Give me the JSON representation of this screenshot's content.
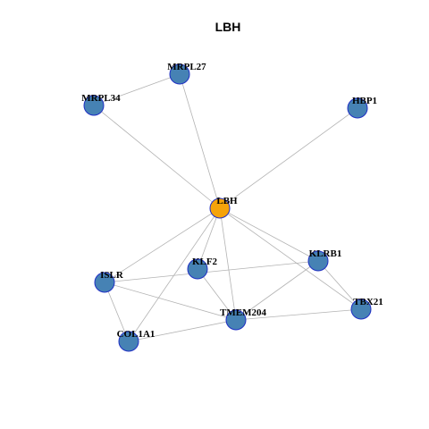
{
  "title": "LBH",
  "colors": {
    "hub": "#f5a30a",
    "node": "#4682b4",
    "node_border": "#1f2fc4",
    "edge": "#b3b3b3"
  },
  "nodes": [
    {
      "id": "LBH",
      "label": "LBH",
      "hub": true
    },
    {
      "id": "MRPL27",
      "label": "MRPL27"
    },
    {
      "id": "MRPL34",
      "label": "MRPL34"
    },
    {
      "id": "HBP1",
      "label": "HBP1"
    },
    {
      "id": "KLRB1",
      "label": "KLRB1"
    },
    {
      "id": "KLF2",
      "label": "KLF2"
    },
    {
      "id": "ISLR",
      "label": "ISLR"
    },
    {
      "id": "TBX21",
      "label": "TBX21"
    },
    {
      "id": "TMEM204",
      "label": "TMEM204"
    },
    {
      "id": "COL1A1",
      "label": "COL1A1"
    }
  ],
  "edges": [
    [
      "LBH",
      "MRPL27"
    ],
    [
      "LBH",
      "MRPL34"
    ],
    [
      "LBH",
      "HBP1"
    ],
    [
      "LBH",
      "KLRB1"
    ],
    [
      "LBH",
      "KLF2"
    ],
    [
      "LBH",
      "ISLR"
    ],
    [
      "LBH",
      "TBX21"
    ],
    [
      "LBH",
      "TMEM204"
    ],
    [
      "LBH",
      "COL1A1"
    ],
    [
      "MRPL27",
      "MRPL34"
    ],
    [
      "KLRB1",
      "ISLR"
    ],
    [
      "KLRB1",
      "TBX21"
    ],
    [
      "KLRB1",
      "TMEM204"
    ],
    [
      "KLF2",
      "TMEM204"
    ],
    [
      "ISLR",
      "TMEM204"
    ],
    [
      "ISLR",
      "COL1A1"
    ],
    [
      "TMEM204",
      "COL1A1"
    ],
    [
      "TMEM204",
      "TBX21"
    ]
  ]
}
